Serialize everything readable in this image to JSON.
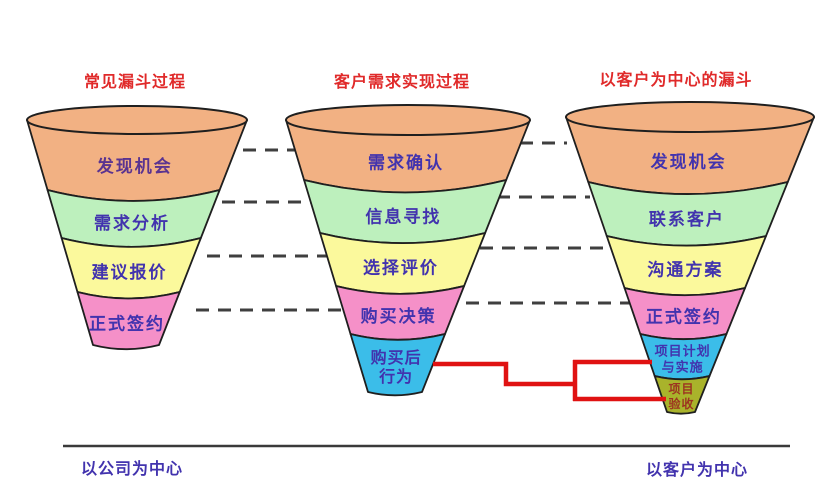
{
  "colors": {
    "title_red": "#e02a2a",
    "label_blue": "#4233ae",
    "outline_dark": "#1f1f1f",
    "dash_gray": "#3f3f3f",
    "connector_red": "#e01212",
    "baseline_gray": "#3a3a3a",
    "background": "#ffffff"
  },
  "funnels": [
    {
      "id": "common-funnel",
      "title": "常见漏斗过程",
      "stages": [
        {
          "label": "发现机会",
          "color": "#f2b183",
          "text_color": "#5a3390"
        },
        {
          "label": "需求分析",
          "color": "#bdf0bd",
          "text_color": "#4233ae"
        },
        {
          "label": "建议报价",
          "color": "#fbf99c",
          "text_color": "#4233ae"
        },
        {
          "label": "正式签约",
          "color": "#f590c8",
          "text_color": "#4233ae"
        }
      ]
    },
    {
      "id": "customer-demand-process",
      "title": "客户需求实现过程",
      "stages": [
        {
          "label": "需求确认",
          "color": "#f2b183",
          "text_color": "#4233ae"
        },
        {
          "label": "信息寻找",
          "color": "#bdf0bd",
          "text_color": "#4233ae"
        },
        {
          "label": "选择评价",
          "color": "#fbf99c",
          "text_color": "#4233ae"
        },
        {
          "label": "购买决策",
          "color": "#f590c8",
          "text_color": "#4233ae"
        },
        {
          "label": "购买后行为",
          "lines": [
            "购买后",
            "行为"
          ],
          "color": "#3bbde9",
          "text_color": "#4233ae"
        }
      ]
    },
    {
      "id": "customer-centric-funnel",
      "title": "以客户为中心的漏斗",
      "stages": [
        {
          "label": "发现机会",
          "color": "#f2b183",
          "text_color": "#4233ae"
        },
        {
          "label": "联系客户",
          "color": "#bdf0bd",
          "text_color": "#4233ae"
        },
        {
          "label": "沟通方案",
          "color": "#fbf99c",
          "text_color": "#4233ae"
        },
        {
          "label": "正式签约",
          "color": "#f590c8",
          "text_color": "#4233ae"
        },
        {
          "label": "项目计划与实施",
          "lines": [
            "项目计划",
            "与实施"
          ],
          "color": "#3bbde9",
          "text_color": "#4233ae"
        },
        {
          "label": "项目验收",
          "lines": [
            "项目",
            "验收"
          ],
          "color": "#a9b32b",
          "text_color": "#9c3420"
        }
      ]
    }
  ],
  "footer": {
    "left_label": "以公司为中心",
    "right_label": "以客户为中心"
  }
}
